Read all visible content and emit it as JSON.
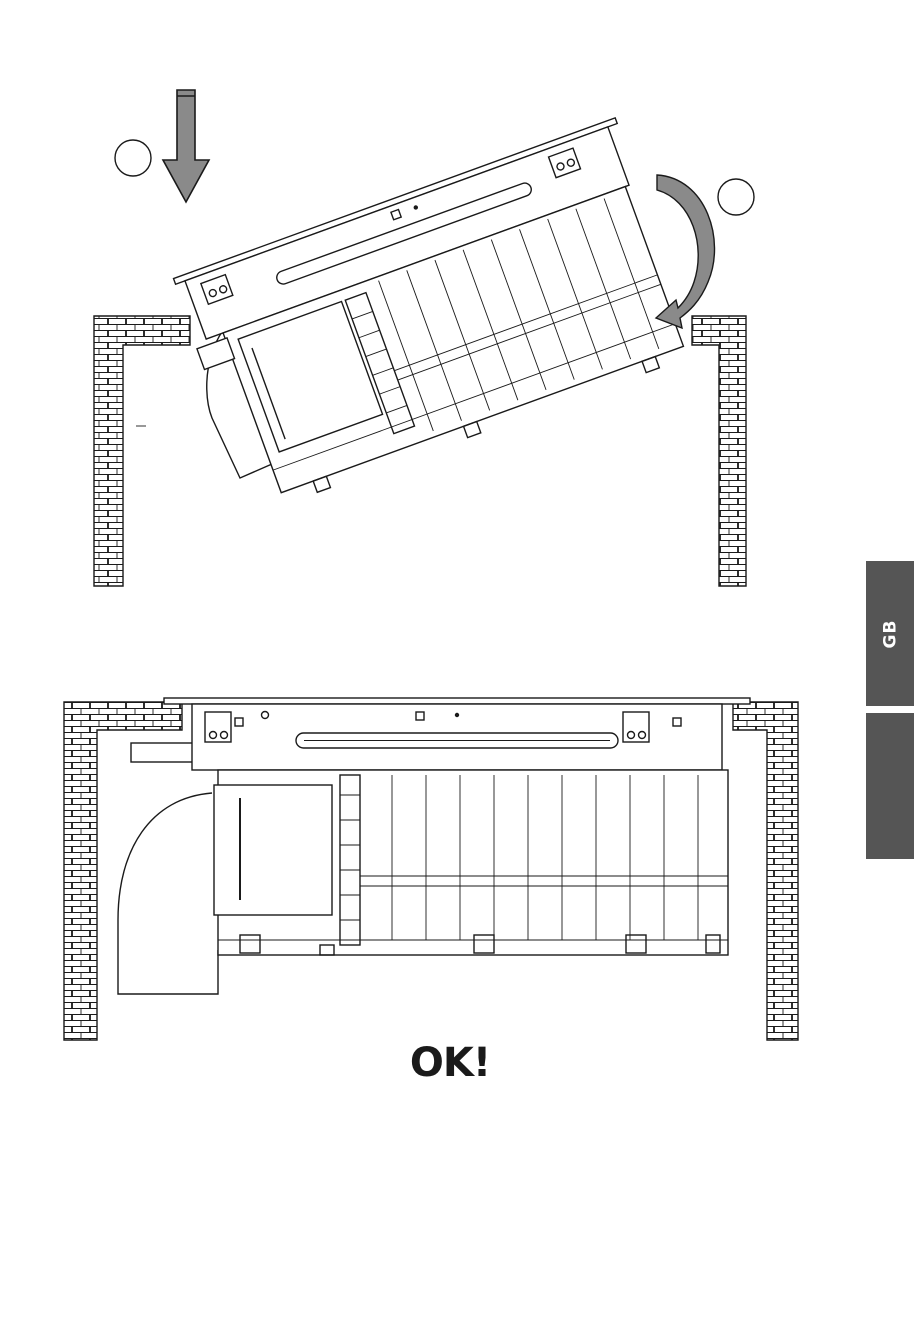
{
  "page": {
    "side_tab_label": "GB",
    "status_label": "OK!"
  },
  "steps": [
    {
      "marker": "step-1-circle",
      "label": ""
    },
    {
      "marker": "step-2-circle",
      "label": ""
    }
  ],
  "colors": {
    "ink": "#1a1a1a",
    "arrow_fill": "#8a8a8a",
    "tab_fill": "#555555",
    "brick_fill": "#ffffff"
  },
  "icons": {
    "push_down": "push-down-arrow-icon",
    "rotate": "rotate-arrow-icon"
  }
}
